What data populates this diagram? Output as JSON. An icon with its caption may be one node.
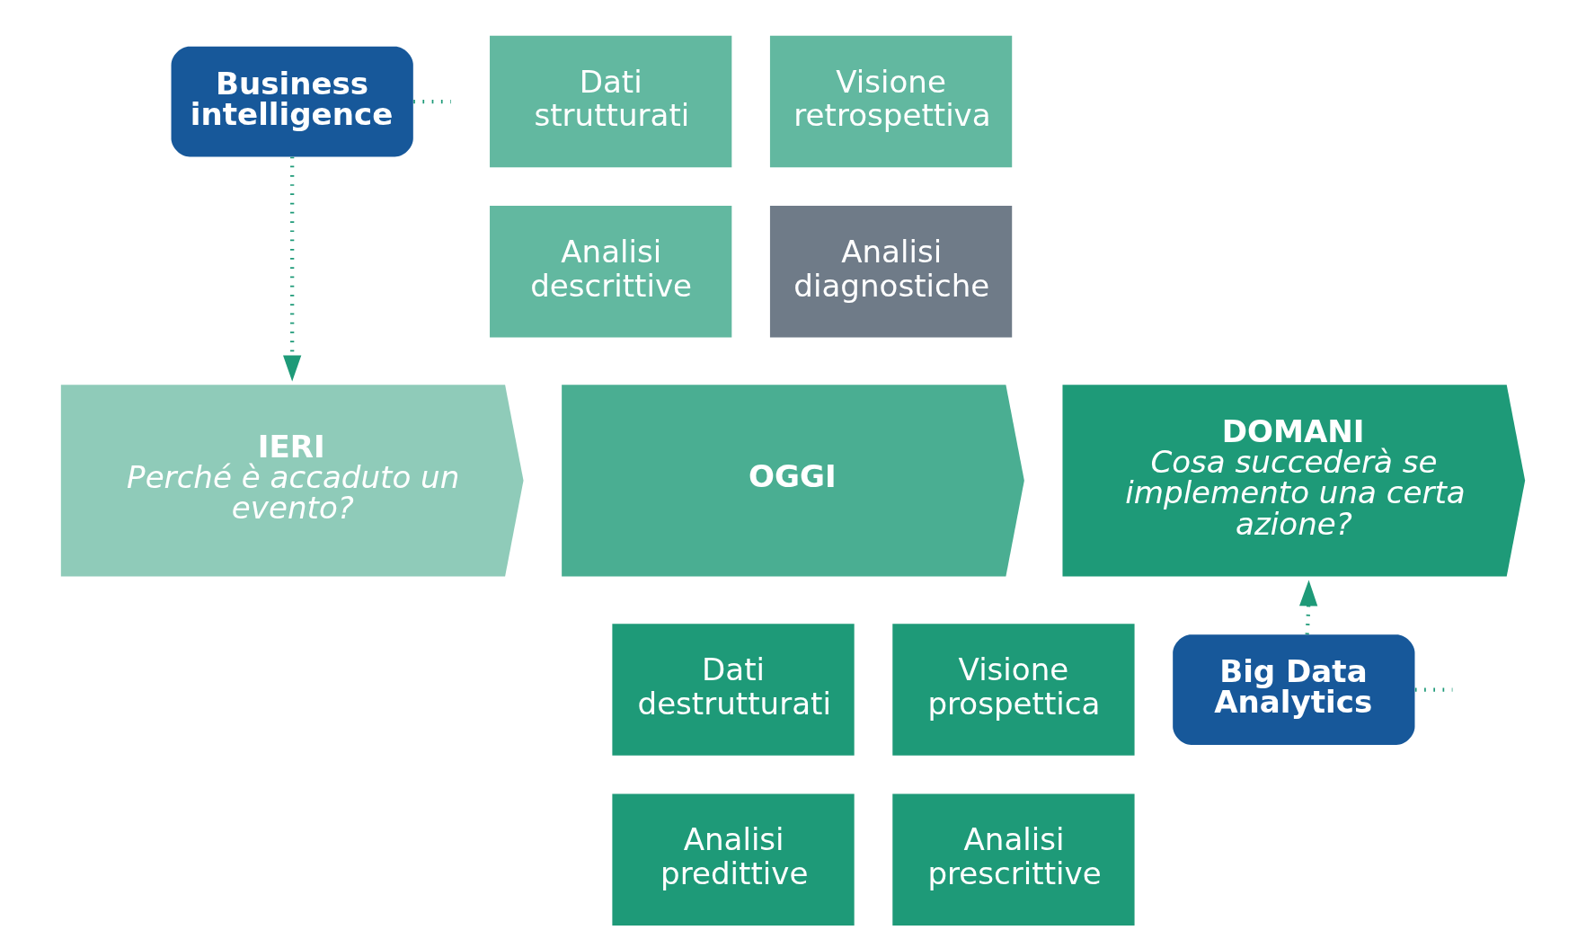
{
  "diagram": {
    "nodes": [
      {
        "text": [
          "Business intelligence"
        ]
      },
      {
        "text": [
          "Dati strutturati"
        ]
      },
      {
        "text": [
          "Visione retrospettiva"
        ]
      },
      {
        "text": [
          "Analisi descrittive"
        ]
      },
      {
        "text": [
          "Analisi diagnostiche"
        ]
      },
      {
        "text": [
          "IERI",
          "Perché è accaduto un evento?"
        ]
      },
      {
        "text": [
          "OGGI"
        ]
      },
      {
        "text": [
          "DOMANI",
          "Cosa succederà se implemento una certa azione?"
        ]
      },
      {
        "text": [
          "Dati destrutturati"
        ]
      },
      {
        "text": [
          "Visione prospettica"
        ]
      },
      {
        "text": [
          "Analisi predittive"
        ]
      },
      {
        "text": [
          "Analisi prescrittive"
        ]
      },
      {
        "text": [
          "Big Data Analytics"
        ]
      }
    ],
    "edges": [
      {
        "from": 0,
        "to": 5,
        "arrow": "to"
      },
      {
        "from": 0,
        "to": null,
        "arrow": "none"
      },
      {
        "from": 12,
        "to": 7,
        "arrow": "to"
      },
      {
        "from": 12,
        "to": null,
        "arrow": "none"
      }
    ]
  }
}
